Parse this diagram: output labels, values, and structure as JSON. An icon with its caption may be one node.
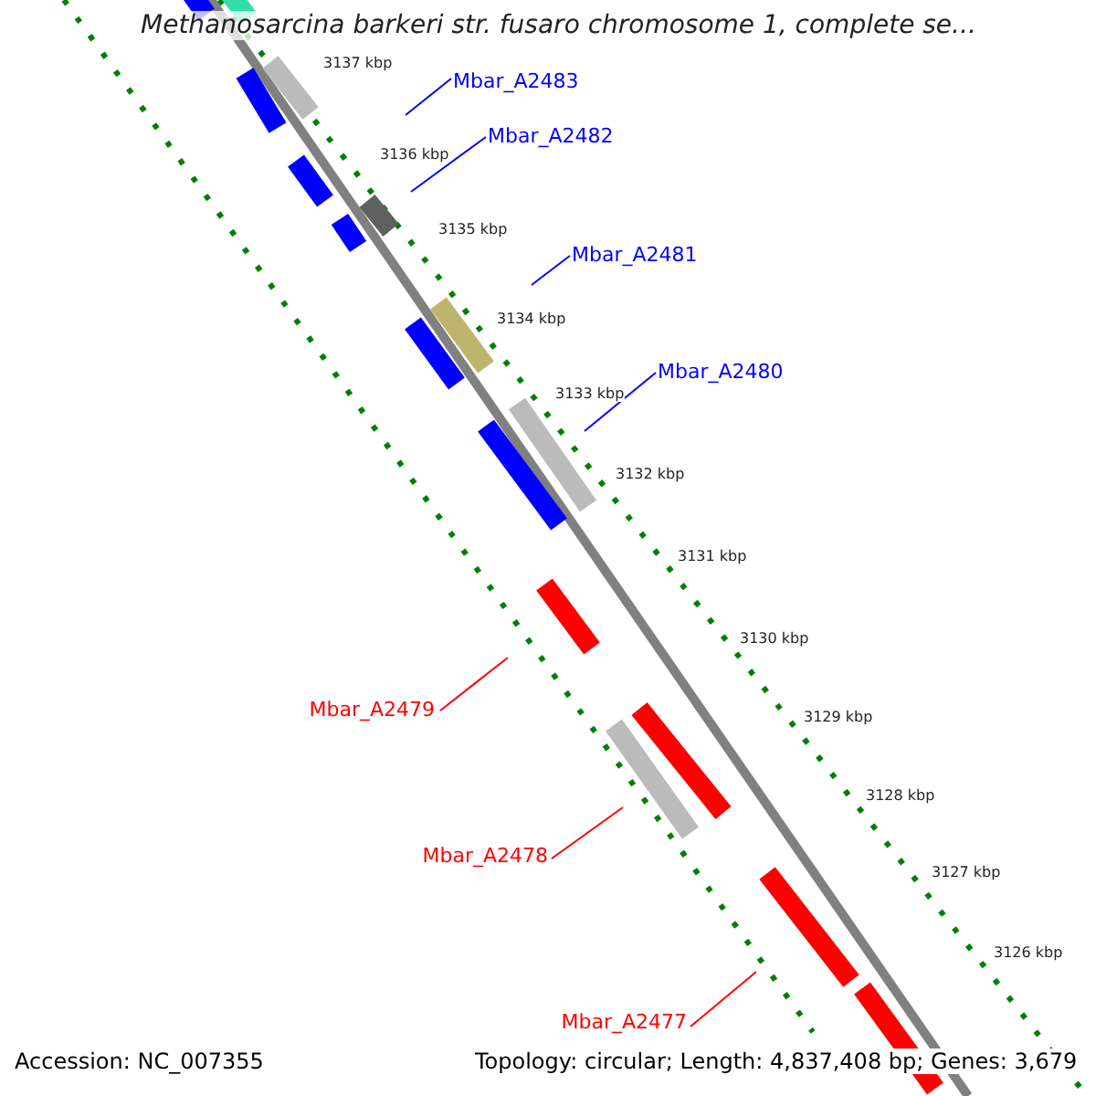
{
  "diagram": {
    "title": "Methanosarcina barkeri str. fusaro chromosome 1, complete se...",
    "nodes": [
      {
        "text": [
          "Mbar_A2483"
        ]
      },
      {
        "text": [
          "Mbar_A2482"
        ]
      },
      {
        "text": [
          "Mbar_A2481"
        ]
      },
      {
        "text": [
          "Mbar_A2480"
        ]
      },
      {
        "text": [
          "Mbar_A2479"
        ]
      },
      {
        "text": [
          "Mbar_A2478"
        ]
      },
      {
        "text": [
          "Mbar_A2477"
        ]
      }
    ],
    "edges": [
      {
        "from": 0,
        "to": null,
        "arrow": "none"
      },
      {
        "from": 1,
        "to": null,
        "arrow": "none"
      },
      {
        "from": 2,
        "to": null,
        "arrow": "none"
      },
      {
        "from": 3,
        "to": null,
        "arrow": "none"
      },
      {
        "from": 4,
        "to": null,
        "arrow": "none",
        "color": "#ff0000"
      },
      {
        "from": 5,
        "to": null,
        "arrow": "none",
        "color": "#ff0000"
      },
      {
        "from": 6,
        "to": null,
        "arrow": "none",
        "color": "#ff0000"
      }
    ],
    "labels": [
      "3137 kbp",
      "3136 kbp",
      "3135 kbp",
      "3134 kbp",
      "3133 kbp",
      "3132 kbp",
      "3131 kbp",
      "3130 kbp",
      "3129 kbp",
      "3128 kbp",
      "3127 kbp",
      "3126 kbp",
      "Accession: NC_007355",
      "Topology: circular; Length: 4,837,408 bp; Genes: 3,679"
    ]
  }
}
